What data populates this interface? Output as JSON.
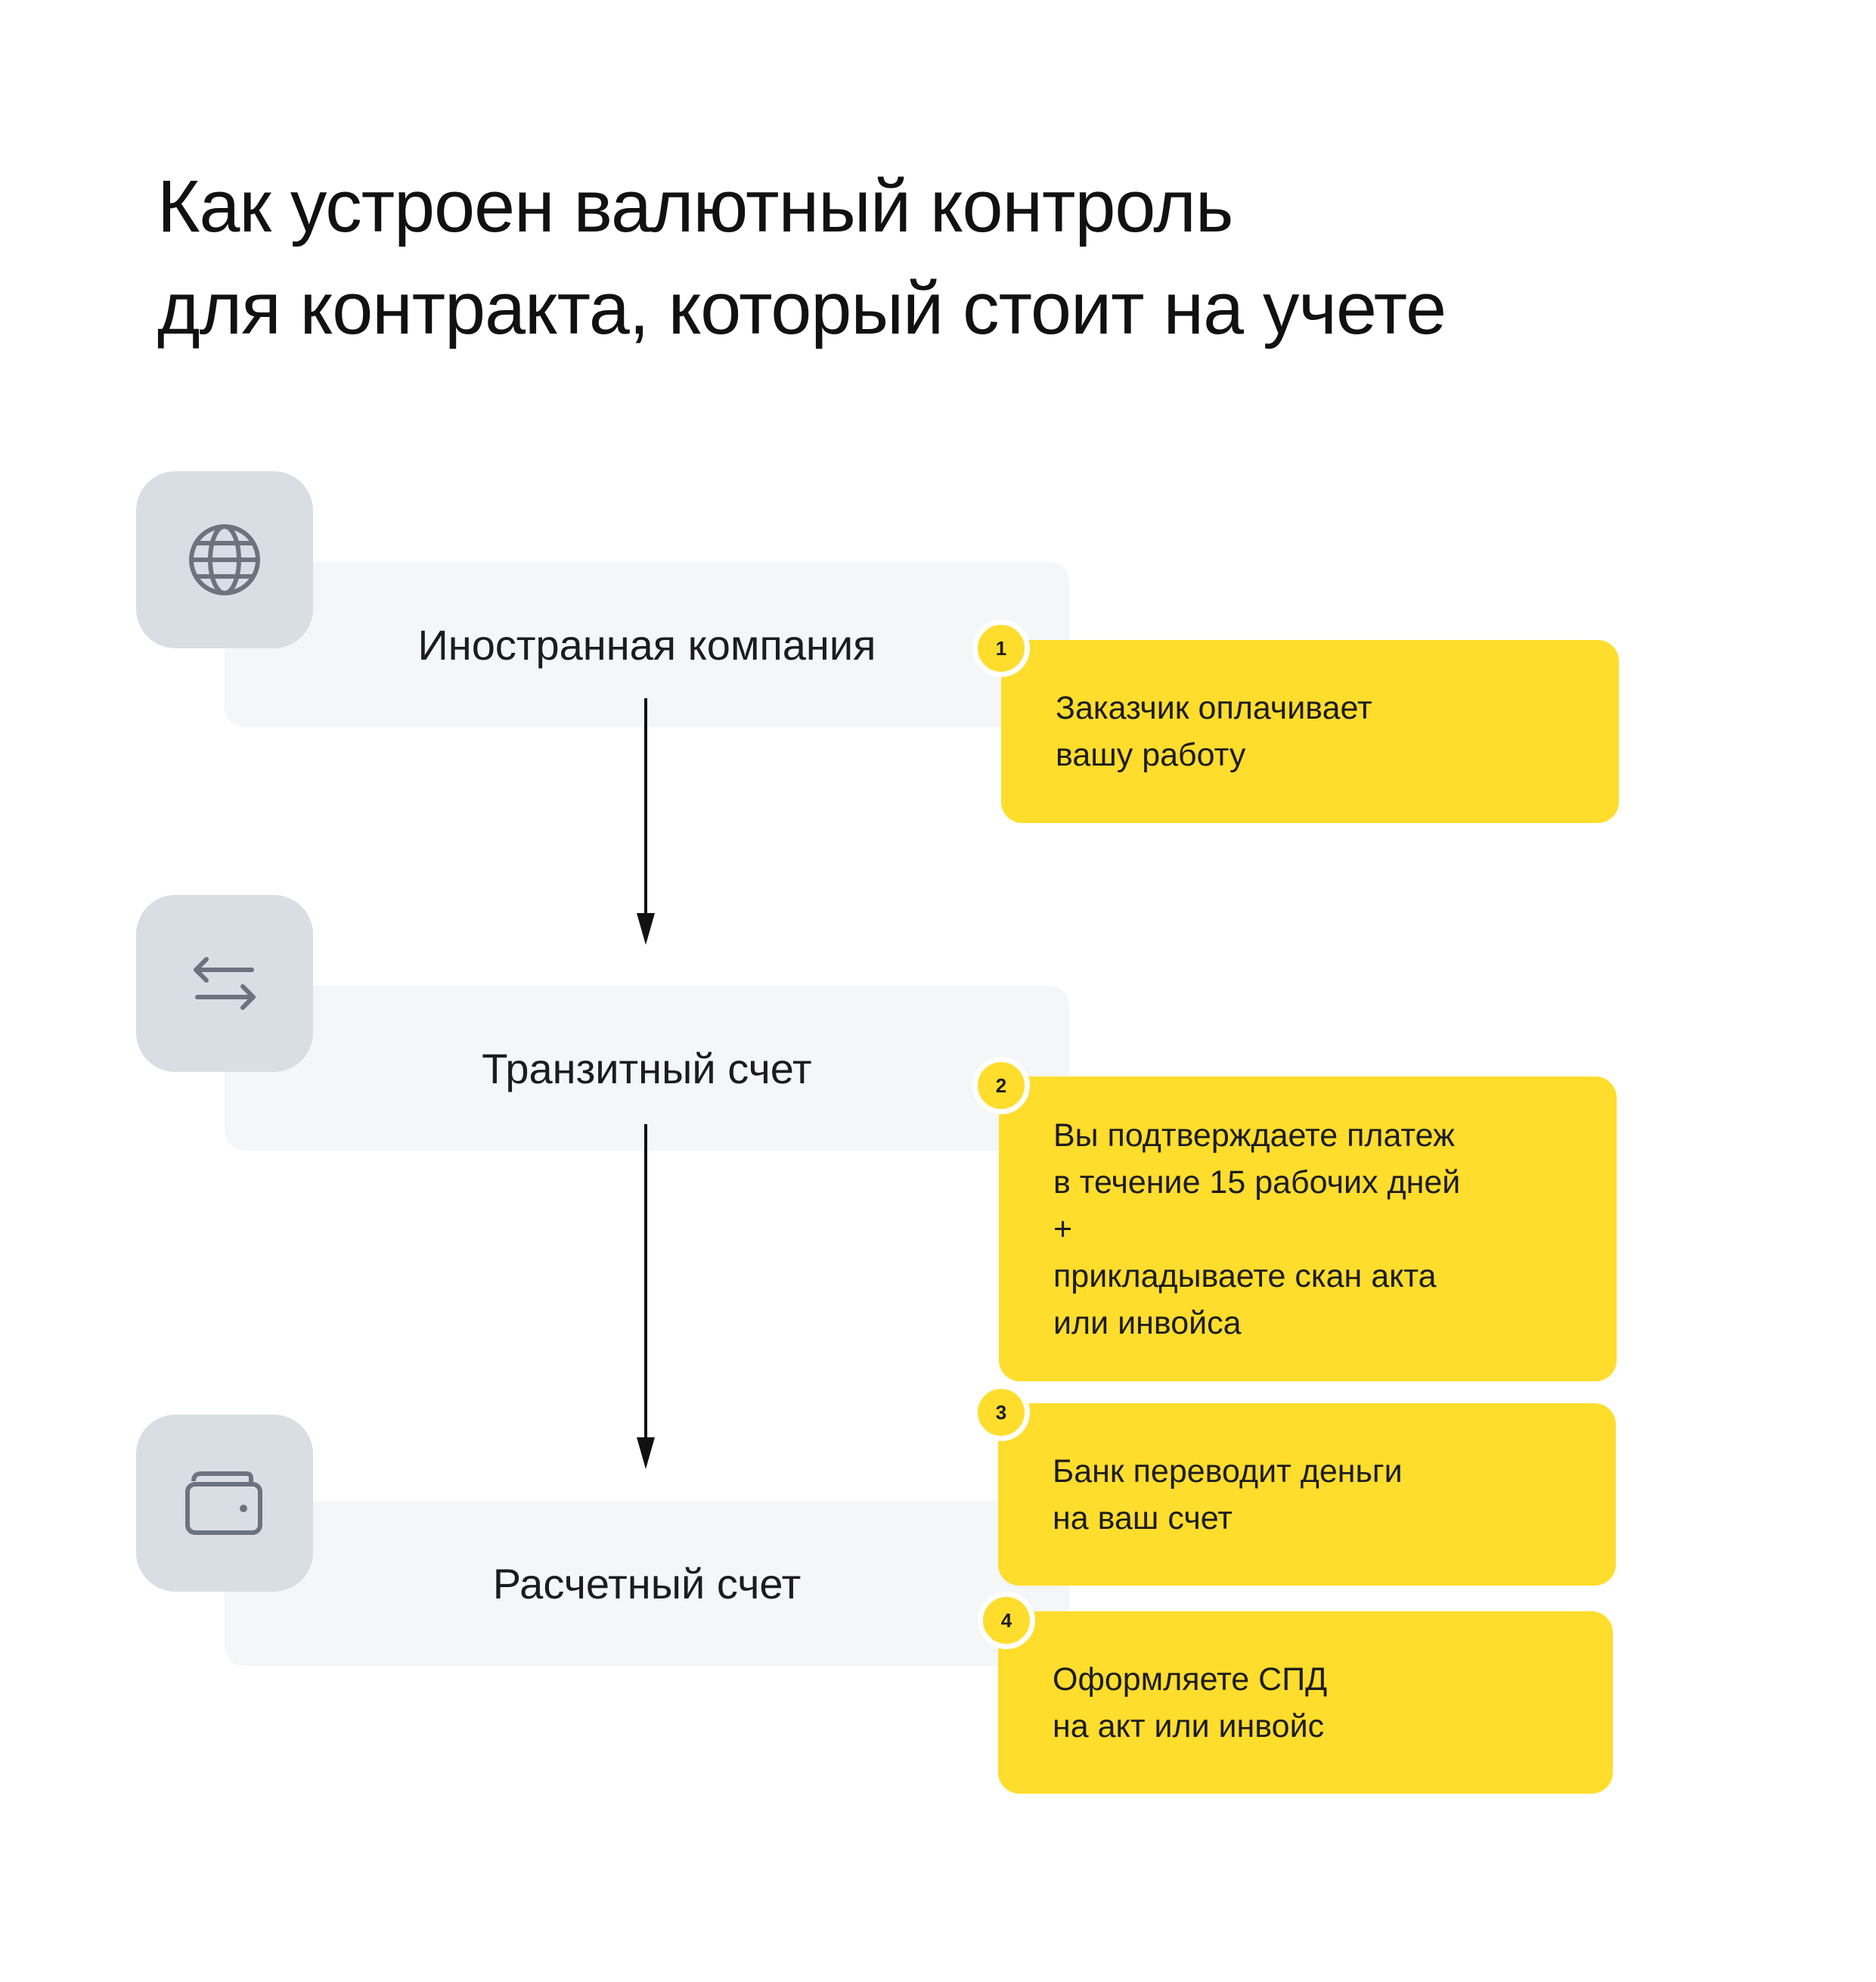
{
  "title": {
    "line1": "Как устроен валютный контроль",
    "line2": "для контракта, который стоит на учете"
  },
  "entities": [
    {
      "label": "Иностранная компания",
      "icon": "globe-icon"
    },
    {
      "label": "Транзитный счет",
      "icon": "transfer-arrows-icon"
    },
    {
      "label": "Расчетный счет",
      "icon": "wallet-icon"
    }
  ],
  "steps": [
    {
      "number": "1",
      "lines": [
        "Заказчик оплачивает",
        "вашу работу"
      ]
    },
    {
      "number": "2",
      "lines": [
        "Вы подтверждаете платеж",
        "в течение 15 рабочих дней",
        "+",
        "прикладываете скан акта",
        "или инвойса"
      ]
    },
    {
      "number": "3",
      "lines": [
        "Банк переводит деньги",
        "на ваш счет"
      ]
    },
    {
      "number": "4",
      "lines": [
        "Оформляете СПД",
        "на акт или инвойс"
      ]
    }
  ],
  "colors": {
    "accent": "#ffdd2d",
    "entity_background": "#f4f6f8",
    "icon_tile": "#d9dee5",
    "icon_stroke": "#6b7380",
    "text": "#1c1c1e"
  }
}
